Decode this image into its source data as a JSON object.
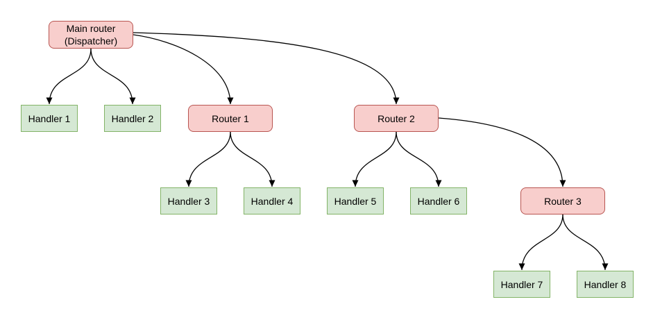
{
  "nodes": {
    "main": {
      "label": "Main router\n(Dispatcher)",
      "type": "router"
    },
    "handler1": {
      "label": "Handler 1",
      "type": "handler"
    },
    "handler2": {
      "label": "Handler 2",
      "type": "handler"
    },
    "router1": {
      "label": "Router 1",
      "type": "router"
    },
    "router2": {
      "label": "Router 2",
      "type": "router"
    },
    "handler3": {
      "label": "Handler 3",
      "type": "handler"
    },
    "handler4": {
      "label": "Handler 4",
      "type": "handler"
    },
    "handler5": {
      "label": "Handler 5",
      "type": "handler"
    },
    "handler6": {
      "label": "Handler 6",
      "type": "handler"
    },
    "router3": {
      "label": "Router 3",
      "type": "router"
    },
    "handler7": {
      "label": "Handler 7",
      "type": "handler"
    },
    "handler8": {
      "label": "Handler 8",
      "type": "handler"
    }
  },
  "edges": [
    {
      "from": "main",
      "to": "handler1"
    },
    {
      "from": "main",
      "to": "handler2"
    },
    {
      "from": "main",
      "to": "router1"
    },
    {
      "from": "main",
      "to": "router2"
    },
    {
      "from": "router1",
      "to": "handler3"
    },
    {
      "from": "router1",
      "to": "handler4"
    },
    {
      "from": "router2",
      "to": "handler5"
    },
    {
      "from": "router2",
      "to": "handler6"
    },
    {
      "from": "router2",
      "to": "router3"
    },
    {
      "from": "router3",
      "to": "handler7"
    },
    {
      "from": "router3",
      "to": "handler8"
    }
  ],
  "colors": {
    "router_fill": "#f8cecc",
    "router_border": "#b85450",
    "handler_fill": "#d5e8d4",
    "handler_border": "#82b366",
    "edge": "#000000",
    "background": "#ffffff"
  }
}
